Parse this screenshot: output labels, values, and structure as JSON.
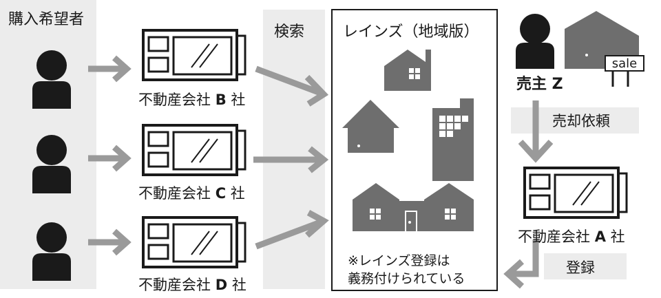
{
  "buyers": {
    "title": "購入希望者"
  },
  "search": {
    "title": "検索"
  },
  "reins": {
    "title": "レインズ（地域版）",
    "note_line1": "※レインズ登録は",
    "note_line2": "義務付けられている"
  },
  "companies": [
    {
      "name": "不動産会社",
      "letter": "B",
      "suffix": "社"
    },
    {
      "name": "不動産会社",
      "letter": "C",
      "suffix": "社"
    },
    {
      "name": "不動産会社",
      "letter": "D",
      "suffix": "社"
    },
    {
      "name": "不動産会社",
      "letter": "A",
      "suffix": "社"
    }
  ],
  "seller": {
    "name": "売主 Z",
    "sign": "sale"
  },
  "flow": {
    "request": "売却依頼",
    "register": "登録"
  },
  "colors": {
    "ink": "#1a1a1a",
    "arrow": "#9a9a9a",
    "band": "#ececec",
    "house": "#6e6e6e"
  }
}
